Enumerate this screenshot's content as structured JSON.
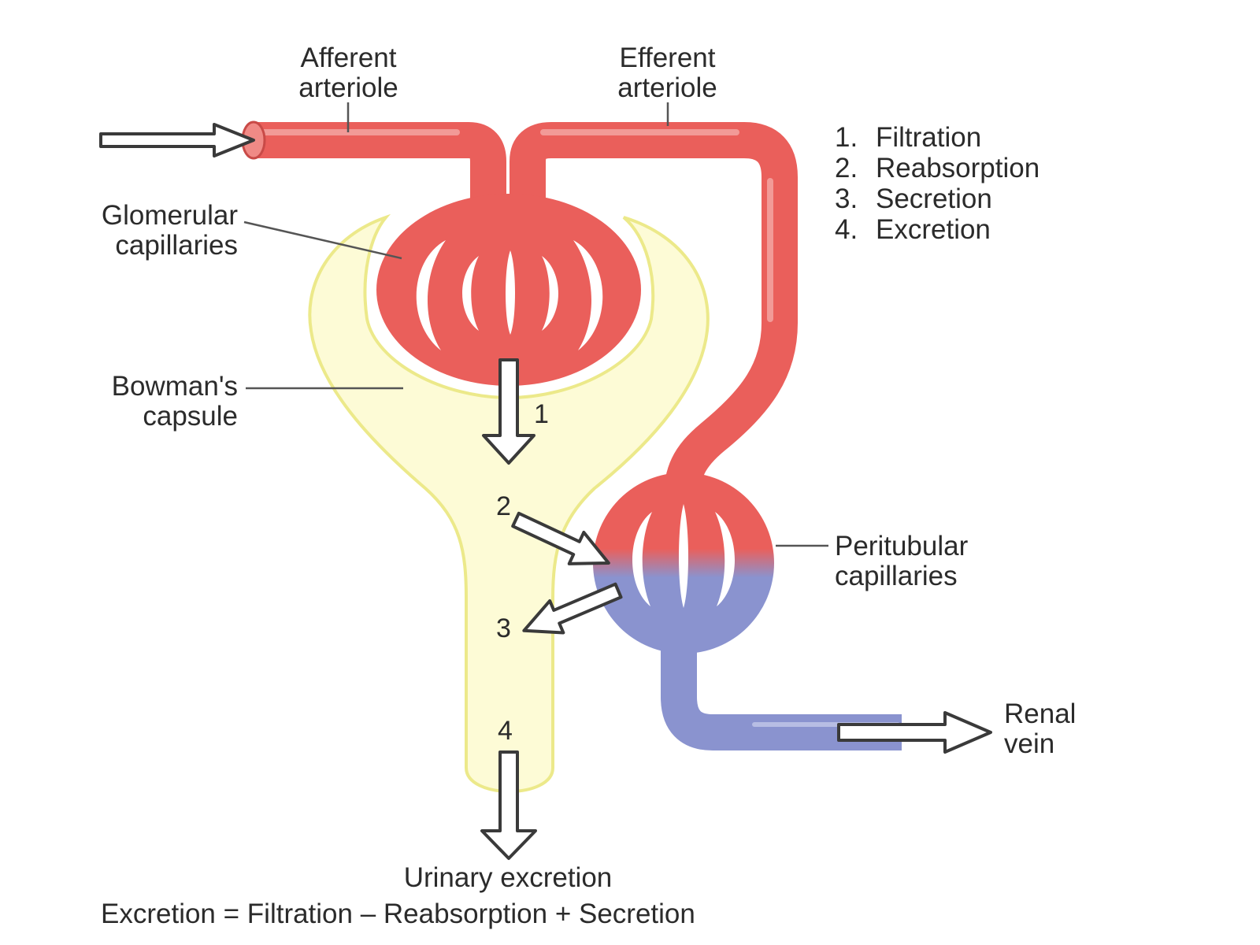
{
  "colors": {
    "artery_red": "#ea5f5b",
    "artery_light": "#f29a97",
    "vein_blue": "#8a93cf",
    "capsule_yellow": "#fdfbd6",
    "capsule_outline": "#ece98a",
    "arrow_fill": "#ffffff",
    "arrow_stroke": "#3a3a3a",
    "leader_line": "#555555"
  },
  "labels": {
    "afferent": [
      "Afferent",
      "arteriole"
    ],
    "efferent": [
      "Efferent",
      "arteriole"
    ],
    "glomerular": [
      "Glomerular",
      "capillaries"
    ],
    "bowmans": [
      "Bowman's",
      "capsule"
    ],
    "peritubular": [
      "Peritubular",
      "capillaries"
    ],
    "renal_vein": [
      "Renal",
      "vein"
    ],
    "urinary_excretion": "Urinary excretion",
    "equation": "Excretion = Filtration – Reabsorption + Secretion"
  },
  "legend": [
    {
      "number": "1.",
      "text": "Filtration"
    },
    {
      "number": "2.",
      "text": "Reabsorption"
    },
    {
      "number": "3.",
      "text": "Secretion"
    },
    {
      "number": "4.",
      "text": "Excretion"
    }
  ],
  "process_markers": [
    "1",
    "2",
    "3",
    "4"
  ],
  "icons": {
    "inflow_arrow": "arrow-right-outline",
    "filtration_arrow": "arrow-down-outline",
    "reabsorption_arrow": "arrow-diagonal-outline",
    "secretion_arrow": "arrow-diagonal-outline",
    "excretion_arrow": "arrow-down-outline",
    "outflow_arrow": "arrow-right-outline"
  }
}
